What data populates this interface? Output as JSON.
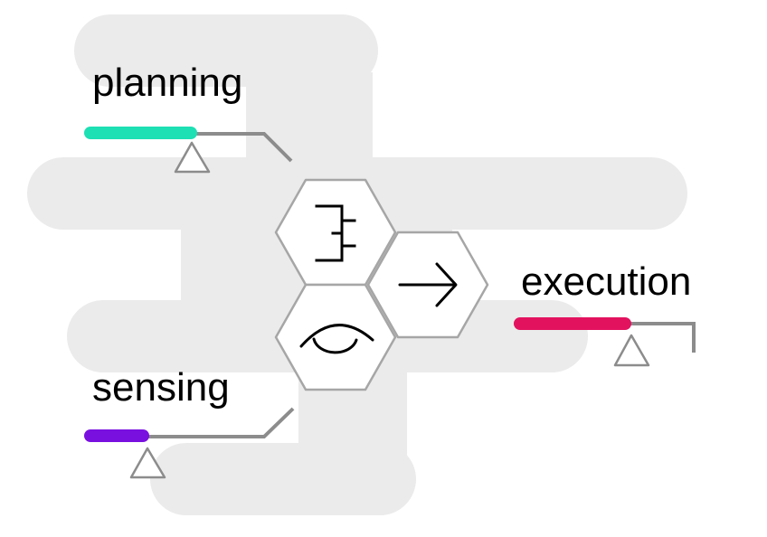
{
  "labels": {
    "planning": "planning",
    "execution": "execution",
    "sensing": "sensing"
  },
  "colors": {
    "background_blob": "#ebebeb",
    "hex_stroke": "#a6a6a6",
    "connector": "#8c8c8c",
    "planning_accent": "#1de0b4",
    "execution_accent": "#e3125f",
    "sensing_accent": "#7a10e0",
    "icon_stroke": "#000000"
  },
  "icons": {
    "planning": "bracket-tree-icon",
    "execution": "arrow-right-icon",
    "sensing": "eye-icon"
  }
}
